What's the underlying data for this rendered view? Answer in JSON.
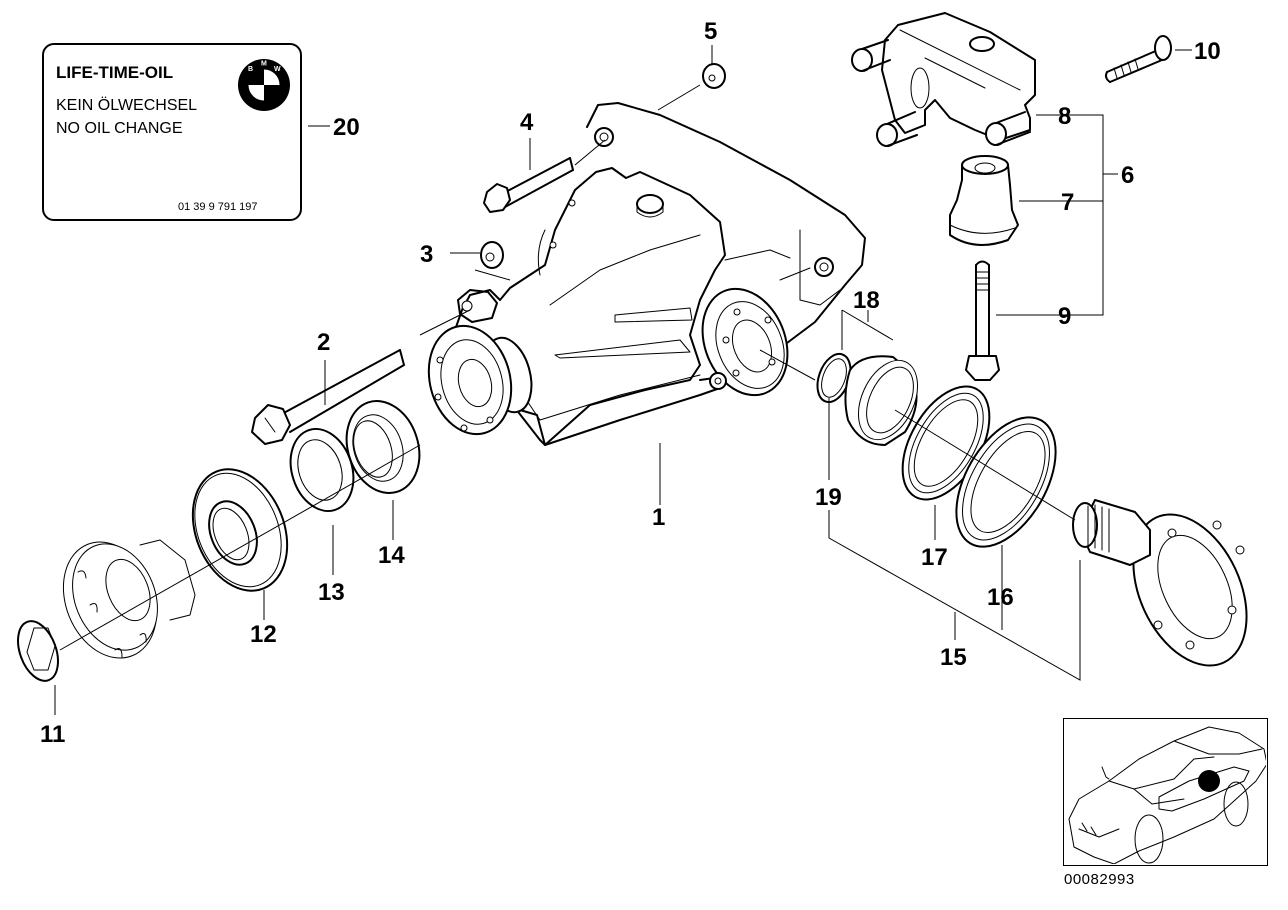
{
  "diagram": {
    "type": "exploded-parts-diagram",
    "subject": "rear axle final drive (differential) assembly",
    "diagram_id": "00082993"
  },
  "oil_label": {
    "title": "LIFE-TIME-OIL",
    "line1": "KEIN ÖLWECHSEL",
    "line2": "NO OIL CHANGE",
    "part_number": "01 39 9 791 197",
    "logo_letters": [
      "B",
      "M",
      "W"
    ],
    "logo_icon": "bmw-roundel-icon"
  },
  "callouts": [
    {
      "id": "1",
      "label": "1",
      "part": "final drive housing"
    },
    {
      "id": "2",
      "label": "2",
      "part": "long hex bolt"
    },
    {
      "id": "3",
      "label": "3",
      "part": "nut"
    },
    {
      "id": "4",
      "label": "4",
      "part": "hex bolt"
    },
    {
      "id": "5",
      "label": "5",
      "part": "nut"
    },
    {
      "id": "6",
      "label": "6",
      "part": "mount assembly"
    },
    {
      "id": "7",
      "label": "7",
      "part": "rubber mount"
    },
    {
      "id": "8",
      "label": "8",
      "part": "bracket"
    },
    {
      "id": "9",
      "label": "9",
      "part": "long bolt"
    },
    {
      "id": "10",
      "label": "10",
      "part": "bolt"
    },
    {
      "id": "11",
      "label": "11",
      "part": "collar nut"
    },
    {
      "id": "12",
      "label": "12",
      "part": "dust cover"
    },
    {
      "id": "13",
      "label": "13",
      "part": "shaft seal"
    },
    {
      "id": "14",
      "label": "14",
      "part": "shaft seal"
    },
    {
      "id": "15",
      "label": "15",
      "part": "output flange set"
    },
    {
      "id": "16",
      "label": "16",
      "part": "dust cover"
    },
    {
      "id": "17",
      "label": "17",
      "part": "shaft seal"
    },
    {
      "id": "18",
      "label": "18",
      "part": "seal set"
    },
    {
      "id": "19",
      "label": "19",
      "part": "circlip"
    },
    {
      "id": "20",
      "label": "20",
      "part": "oil label"
    }
  ],
  "locator": {
    "icon": "car-locator-icon",
    "highlight": "rear axle position marker"
  }
}
